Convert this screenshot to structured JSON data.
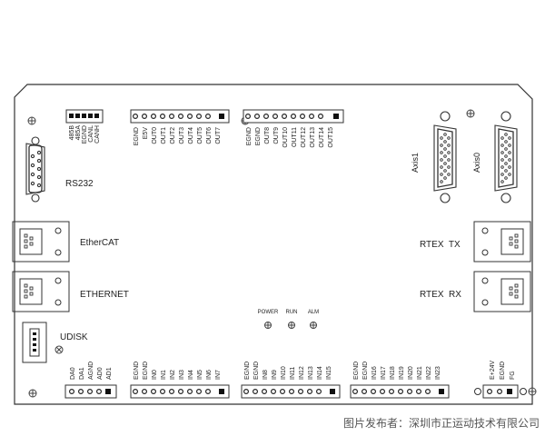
{
  "ports": {
    "rs232": "RS232",
    "ethercat": "EtherCAT",
    "ethernet": "ETHERNET",
    "udisk": "UDISK",
    "rtex_tx": "RTEX  TX",
    "rtex_rx": "RTEX  RX",
    "axis1": "Axis1",
    "axis0": "Axis0"
  },
  "leds": [
    "POWER",
    "RUN",
    "ALM"
  ],
  "terminals": {
    "comm": [
      "485B",
      "485A",
      "EGND",
      "CANL",
      "CANH"
    ],
    "out_a": [
      "EGND",
      "E5V",
      "OUT0",
      "OUT1",
      "OUT2",
      "OUT3",
      "OUT4",
      "OUT5",
      "OUT6",
      "OUT7"
    ],
    "out_b": [
      "EGND",
      "EGND",
      "OUT8",
      "OUT9",
      "OUT10",
      "OUT11",
      "OUT12",
      "OUT13",
      "OUT14",
      "OUT15"
    ],
    "analog": [
      "DA0",
      "DA1",
      "AGND",
      "AD0",
      "AD1"
    ],
    "in_a": [
      "EGND",
      "EGND",
      "IN0",
      "IN1",
      "IN2",
      "IN3",
      "IN4",
      "IN5",
      "IN6",
      "IN7"
    ],
    "in_b": [
      "EGND",
      "EGND",
      "IN8",
      "IN9",
      "IN10",
      "IN11",
      "IN12",
      "IN13",
      "IN14",
      "IN15"
    ],
    "in_c": [
      "EGND",
      "EGND",
      "IN16",
      "IN17",
      "IN18",
      "IN19",
      "IN20",
      "IN21",
      "IN22",
      "IN23"
    ],
    "power": [
      "E+24V",
      "EGND",
      "FG"
    ]
  },
  "footer": "图片发布者：深圳市正运动技术有限公司"
}
